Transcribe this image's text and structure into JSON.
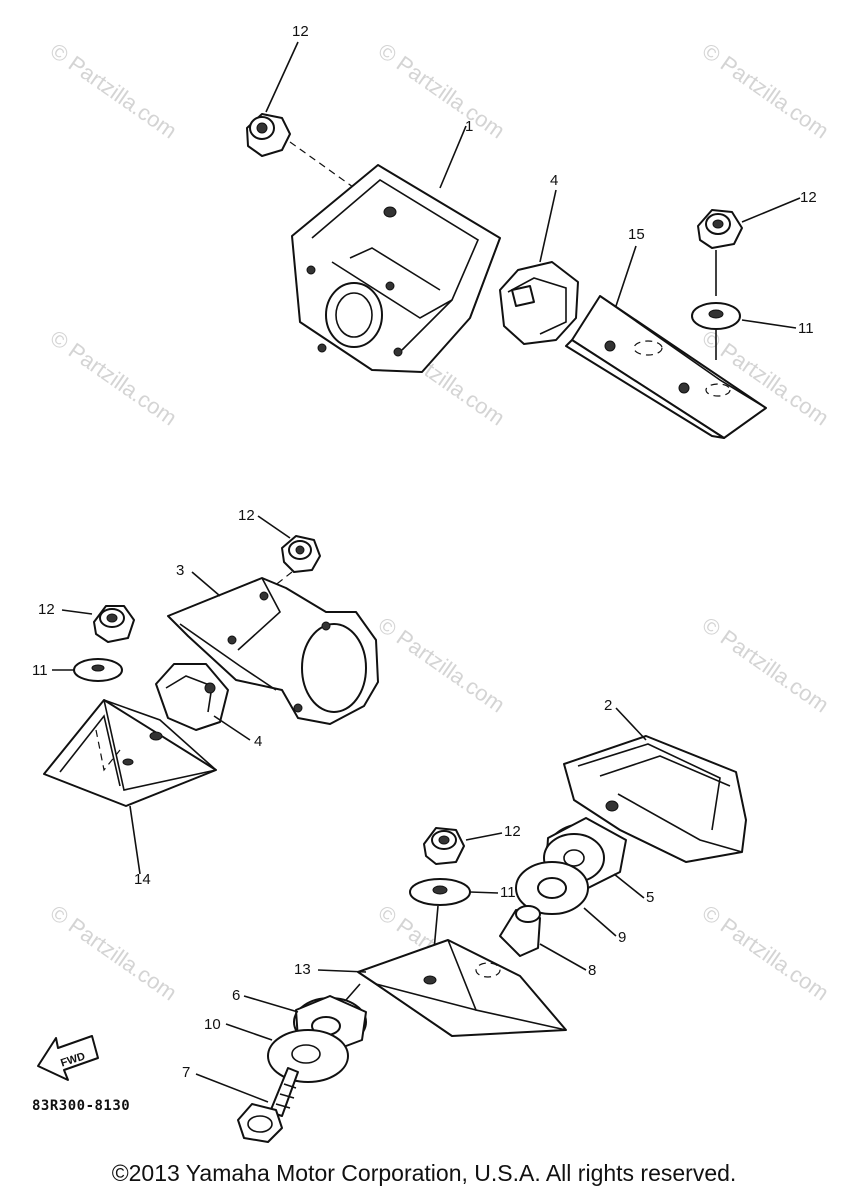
{
  "watermark": "© Partzilla.com",
  "callouts": {
    "c1": "1",
    "c2": "2",
    "c3": "3",
    "c4a": "4",
    "c4b": "4",
    "c5": "5",
    "c6": "6",
    "c7": "7",
    "c8": "8",
    "c9": "9",
    "c10": "10",
    "c11a": "11",
    "c11b": "11",
    "c11c": "11",
    "c12a": "12",
    "c12b": "12",
    "c12c": "12",
    "c12d": "12",
    "c12e": "12",
    "c13": "13",
    "c14": "14",
    "c15": "15"
  },
  "fwd_label": "FWD",
  "part_code": "83R300-8130",
  "copyright": "©2013 Yamaha Motor Corporation, U.S.A. All rights reserved."
}
